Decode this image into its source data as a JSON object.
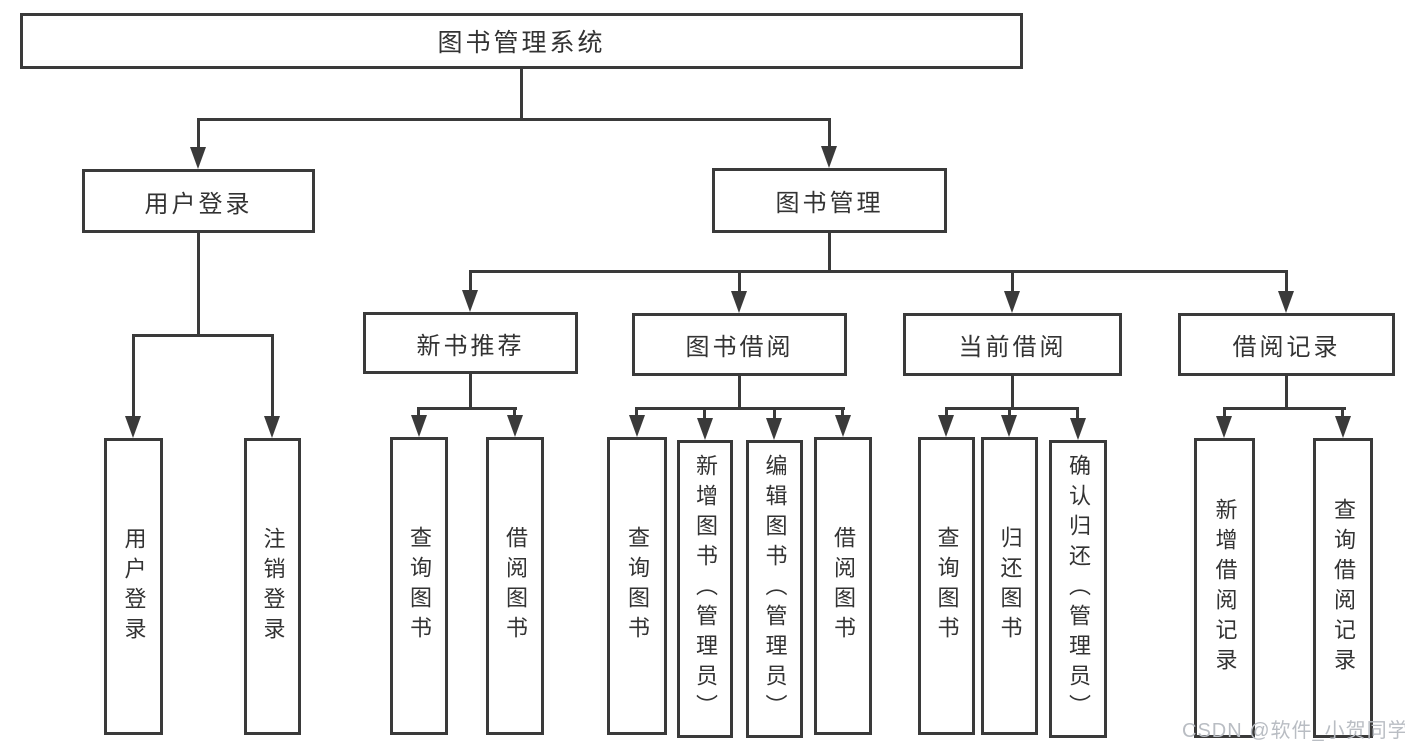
{
  "colors": {
    "line": "#3a3a3a",
    "text": "#333333",
    "background": "#ffffff",
    "watermark": "#b9bdc3"
  },
  "diagram": {
    "root": {
      "label": "图书管理系统"
    },
    "branches": [
      {
        "label": "用户登录",
        "children": [
          {
            "label": "用户登录"
          },
          {
            "label": "注销登录"
          }
        ]
      },
      {
        "label": "图书管理",
        "children": [
          {
            "label": "新书推荐",
            "children": [
              {
                "label": "查询图书"
              },
              {
                "label": "借阅图书"
              }
            ]
          },
          {
            "label": "图书借阅",
            "children": [
              {
                "label": "查询图书"
              },
              {
                "label": "新增图书（管理员）"
              },
              {
                "label": "编辑图书（管理员）"
              },
              {
                "label": "借阅图书"
              }
            ]
          },
          {
            "label": "当前借阅",
            "children": [
              {
                "label": "查询图书"
              },
              {
                "label": "归还图书"
              },
              {
                "label": "确认归还（管理员）"
              }
            ]
          },
          {
            "label": "借阅记录",
            "children": [
              {
                "label": "新增借阅记录"
              },
              {
                "label": "查询借阅记录"
              }
            ]
          }
        ]
      }
    ]
  },
  "watermark": {
    "text": "CSDN @软件_小贺同学"
  }
}
